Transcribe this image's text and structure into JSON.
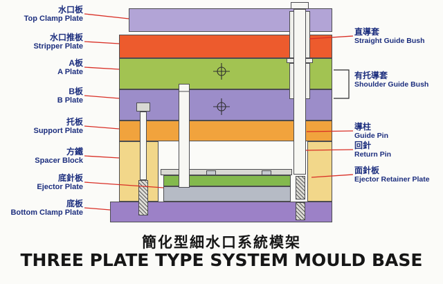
{
  "titles": {
    "zh": "簡化型細水口系統模架",
    "en": "THREE PLATE TYPE SYSTEM MOULD BASE"
  },
  "left_labels": [
    {
      "zh": "水口板",
      "en": "Top Clamp Plate"
    },
    {
      "zh": "水口推板",
      "en": "Stripper Plate"
    },
    {
      "zh": "A板",
      "en": "A Plate"
    },
    {
      "zh": "B板",
      "en": "B Plate"
    },
    {
      "zh": "托板",
      "en": "Support Plate"
    },
    {
      "zh": "方鐵",
      "en": "Spacer Block"
    },
    {
      "zh": "底針板",
      "en": "Ejector Plate"
    },
    {
      "zh": "底板",
      "en": "Bottom Clamp Plate"
    }
  ],
  "right_labels": [
    {
      "zh": "直導套",
      "en": "Straight Guide Bush"
    },
    {
      "zh": "有托導套",
      "en": "Shoulder Guide Bush"
    },
    {
      "zh": "導柱",
      "en": "Guide Pin"
    },
    {
      "zh": "回針",
      "en": "Return Pin"
    },
    {
      "zh": "面針板",
      "en": "Ejector Retainer Plate"
    }
  ],
  "colors": {
    "top_clamp": "#b2a4d6",
    "stripper": "#ed5b2d",
    "a_plate": "#a2c352",
    "b_plate": "#9c8dc9",
    "support": "#f1a33d",
    "spacer": "#f2d78a",
    "retainer": "#83b94d",
    "ejector": "#b6bbc5",
    "bottom": "#9c81c7",
    "leader_line": "#d92e25",
    "label_text": "#1c2e7e",
    "outline": "#4c4c50"
  }
}
